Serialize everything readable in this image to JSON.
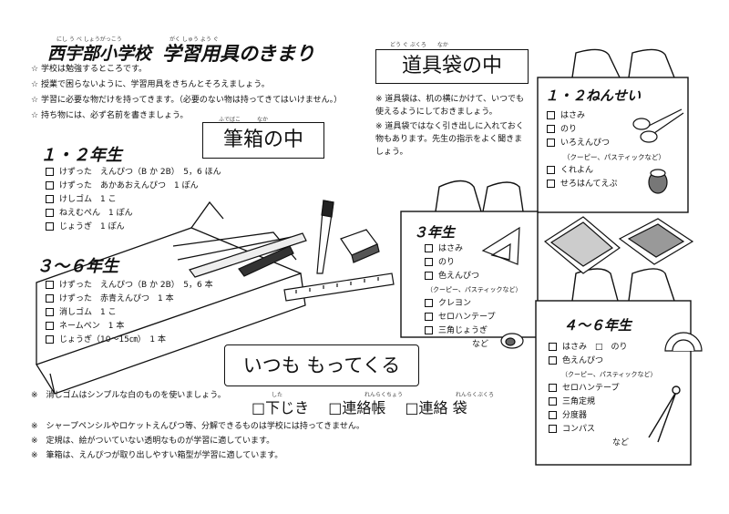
{
  "title": {
    "school": "西宇部小学校",
    "main": "学習用具のきまり",
    "ruby_school": "にし う べ しょうがっこう",
    "ruby_main": "がく しゅう よう ぐ"
  },
  "rules": [
    "学校は勉強するところです。",
    "授業で困らないように、学習用具をきちんとそろえましょう。",
    "学習に必要な物だけを持ってきます。（必要のない物は持ってきてはいけません。）",
    "持ち物には、必ず名前を書きましょう。"
  ],
  "star": "☆",
  "pen_case": {
    "title": "筆箱の中",
    "ruby": "ふでばこ　　　なか",
    "grade12": {
      "heading": "１・２年生",
      "items": [
        "けずった　えんぴつ（B か 2B）　5，6 ほん",
        "けずった　あかあおえんぴつ　1 ぽん",
        "けしゴム　1 こ",
        "ねえむぺん　1 ぽん",
        "じょうぎ　1 ぽん"
      ]
    },
    "grade36": {
      "heading": "３〜６年生",
      "items": [
        "けずった　えんぴつ（B か 2B）　5，6 本",
        "けずった　赤青えんぴつ　1 本",
        "消しゴム　1 こ",
        "ネームペン　1 本",
        "じょうぎ（10〜15㎝）　1 本"
      ]
    }
  },
  "tool_bag": {
    "title": "道具袋の中",
    "ruby": "どう ぐ ぶくろ　　なか",
    "notes": [
      "道具袋は、机の横にかけて、いつでも使えるようにしておきましょう。",
      "道具袋ではなく引き出しに入れておく物もあります。先生の指示をよく聞きましょう。"
    ],
    "note_mark": "※"
  },
  "bag12": {
    "heading": "１・２ねんせい",
    "items": [
      "はさみ",
      "のり",
      "いろえんぴつ",
      "くれよん",
      "せろはんてえぷ"
    ],
    "sub": "（クーピー、パスティックなど）"
  },
  "bag3": {
    "heading": "３年生",
    "items": [
      "はさみ",
      "のり",
      "色えんぴつ",
      "クレヨン",
      "セロハンテープ",
      "三角じょうぎ"
    ],
    "sub": "（クーピー、パスティックなど）",
    "etc": "など"
  },
  "bag46": {
    "heading": "４〜６年生",
    "items": [
      "はさみ　□　のり",
      "色えんぴつ",
      "セロハンテープ",
      "三角定規",
      "分度器",
      "コンパス"
    ],
    "sub": "（クーピー、パスティックなど）",
    "etc": "など"
  },
  "always": {
    "title": "いつも もってくる",
    "items": [
      "□下じき",
      "□連絡帳",
      "□連絡 袋"
    ],
    "ruby1": "した",
    "ruby2": "れんらくちょう",
    "ruby3": "れんらくぶくろ"
  },
  "bottom_notes": [
    "消しゴムはシンプルな白のものを使いましょう。",
    "シャープペンシルやロケットえんぴつ等、分解できるものは学校には持ってきません。",
    "定規は、絵がついていない透明なものが学習に適しています。",
    "筆箱は、えんぴつが取り出しやすい箱型が学習に適しています。"
  ]
}
